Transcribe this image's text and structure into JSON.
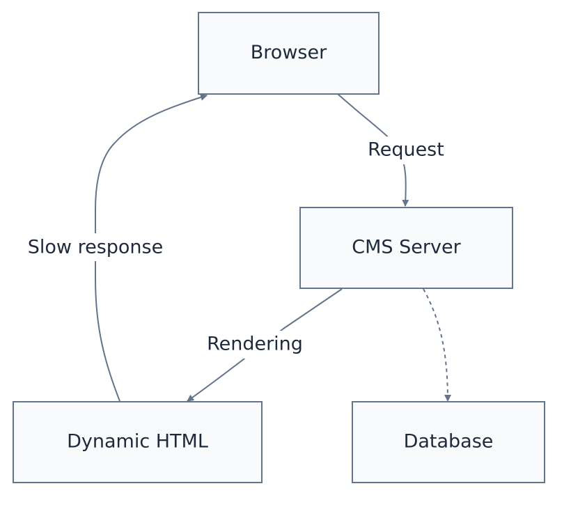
{
  "nodes": {
    "browser": {
      "label": "Browser"
    },
    "cms_server": {
      "label": "CMS Server"
    },
    "dynamic_html": {
      "label": "Dynamic HTML"
    },
    "database": {
      "label": "Database"
    }
  },
  "edges": {
    "request": {
      "label": "Request"
    },
    "rendering": {
      "label": "Rendering"
    },
    "slow_response": {
      "label": "Slow response"
    },
    "db_query": {
      "label": ""
    }
  },
  "colors": {
    "node_fill": "#f8fafc",
    "node_stroke": "#64748b",
    "edge": "#64748b",
    "text": "#1e293b",
    "background": "#ffffff"
  }
}
